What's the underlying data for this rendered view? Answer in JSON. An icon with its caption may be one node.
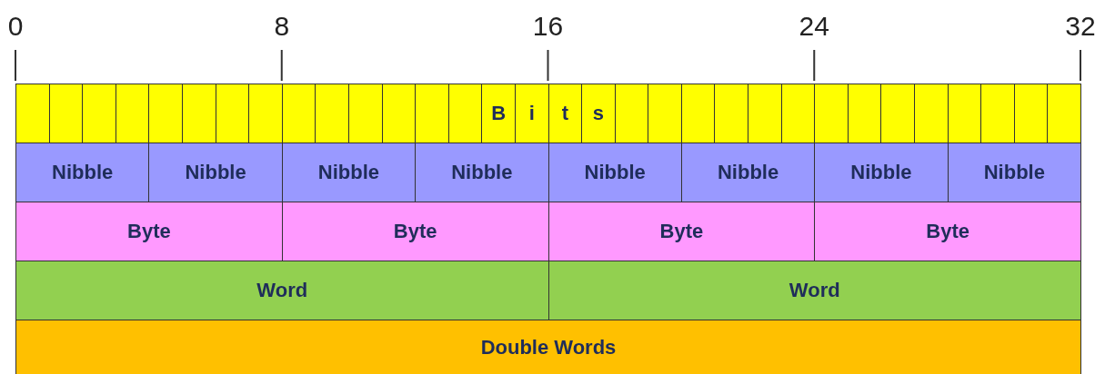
{
  "diagram": {
    "nodes": [
      {
        "text": [],
        "shape": "box"
      },
      {
        "text": [],
        "shape": "box"
      },
      {
        "text": [],
        "shape": "box"
      },
      {
        "text": [],
        "shape": "box"
      },
      {
        "text": [],
        "shape": "box"
      },
      {
        "text": [],
        "shape": "box"
      },
      {
        "text": [],
        "shape": "box"
      },
      {
        "text": [],
        "shape": "box"
      },
      {
        "text": [],
        "shape": "box"
      },
      {
        "text": [],
        "shape": "box"
      },
      {
        "text": [],
        "shape": "box"
      },
      {
        "text": [],
        "shape": "box"
      },
      {
        "text": [],
        "shape": "box"
      },
      {
        "text": [],
        "shape": "box"
      },
      {
        "text": [
          "B"
        ]
      },
      {
        "text": [
          "i"
        ]
      },
      {
        "text": [
          "t"
        ]
      },
      {
        "text": [
          "s"
        ]
      },
      {
        "text": [],
        "shape": "box"
      },
      {
        "text": [],
        "shape": "box"
      },
      {
        "text": [],
        "shape": "box"
      },
      {
        "text": [],
        "shape": "box"
      },
      {
        "text": [],
        "shape": "box"
      },
      {
        "text": [],
        "shape": "box"
      },
      {
        "text": [],
        "shape": "box"
      },
      {
        "text": [],
        "shape": "box"
      },
      {
        "text": [],
        "shape": "box"
      },
      {
        "text": [],
        "shape": "box"
      },
      {
        "text": [],
        "shape": "box"
      },
      {
        "text": [],
        "shape": "box"
      },
      {
        "text": [],
        "shape": "box"
      },
      {
        "text": [],
        "shape": "box"
      },
      {
        "text": [
          "Nibble"
        ]
      },
      {
        "text": [
          "Nibble"
        ]
      },
      {
        "text": [
          "Nibble"
        ]
      },
      {
        "text": [
          "Nibble"
        ]
      },
      {
        "text": [
          "Nibble"
        ]
      },
      {
        "text": [
          "Nibble"
        ]
      },
      {
        "text": [
          "Nibble"
        ]
      },
      {
        "text": [
          "Nibble"
        ]
      },
      {
        "text": [
          "Byte"
        ]
      },
      {
        "text": [
          "Byte"
        ]
      },
      {
        "text": [
          "Byte"
        ]
      },
      {
        "text": [
          "Byte"
        ]
      },
      {
        "text": [
          "Word"
        ]
      },
      {
        "text": [
          "Word"
        ]
      },
      {
        "text": [
          "Double Words"
        ]
      }
    ],
    "labels": [
      "0",
      "8",
      "16",
      "24",
      "32"
    ]
  }
}
